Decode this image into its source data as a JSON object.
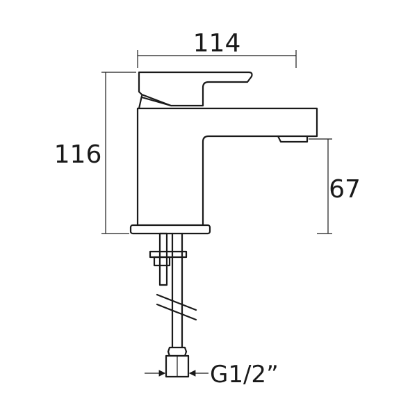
{
  "dimensions": {
    "width": "114",
    "height": "116",
    "spout_height": "67",
    "connector": "G1/2”"
  }
}
